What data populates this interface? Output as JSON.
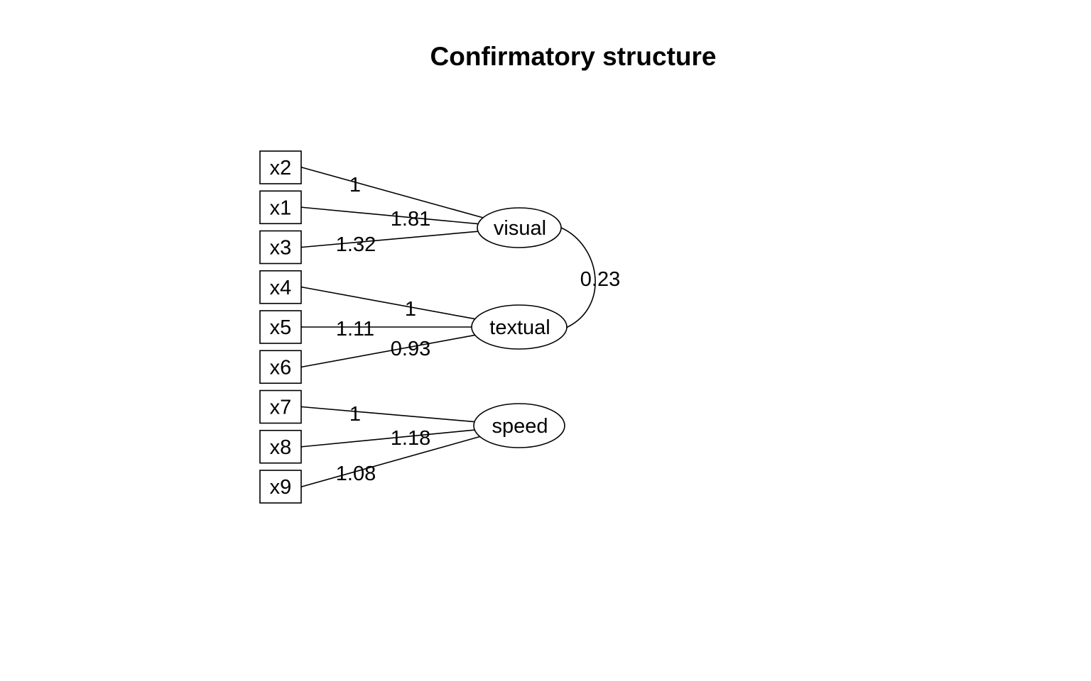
{
  "title": "Confirmatory structure",
  "observed": [
    {
      "id": "x2",
      "label": "x2"
    },
    {
      "id": "x1",
      "label": "x1"
    },
    {
      "id": "x3",
      "label": "x3"
    },
    {
      "id": "x4",
      "label": "x4"
    },
    {
      "id": "x5",
      "label": "x5"
    },
    {
      "id": "x6",
      "label": "x6"
    },
    {
      "id": "x7",
      "label": "x7"
    },
    {
      "id": "x8",
      "label": "x8"
    },
    {
      "id": "x9",
      "label": "x9"
    }
  ],
  "latent": [
    {
      "id": "visual",
      "label": "visual"
    },
    {
      "id": "textual",
      "label": "textual"
    },
    {
      "id": "speed",
      "label": "speed"
    }
  ],
  "loadings": [
    {
      "from": "visual",
      "to": "x2",
      "label": "1"
    },
    {
      "from": "visual",
      "to": "x1",
      "label": "1.81"
    },
    {
      "from": "visual",
      "to": "x3",
      "label": "1.32"
    },
    {
      "from": "textual",
      "to": "x4",
      "label": "1"
    },
    {
      "from": "textual",
      "to": "x5",
      "label": "1.11"
    },
    {
      "from": "textual",
      "to": "x6",
      "label": "0.93"
    },
    {
      "from": "speed",
      "to": "x7",
      "label": "1"
    },
    {
      "from": "speed",
      "to": "x8",
      "label": "1.18"
    },
    {
      "from": "speed",
      "to": "x9",
      "label": "1.08"
    }
  ],
  "covariances": [
    {
      "a": "visual",
      "b": "textual",
      "label": "0.23"
    }
  ]
}
